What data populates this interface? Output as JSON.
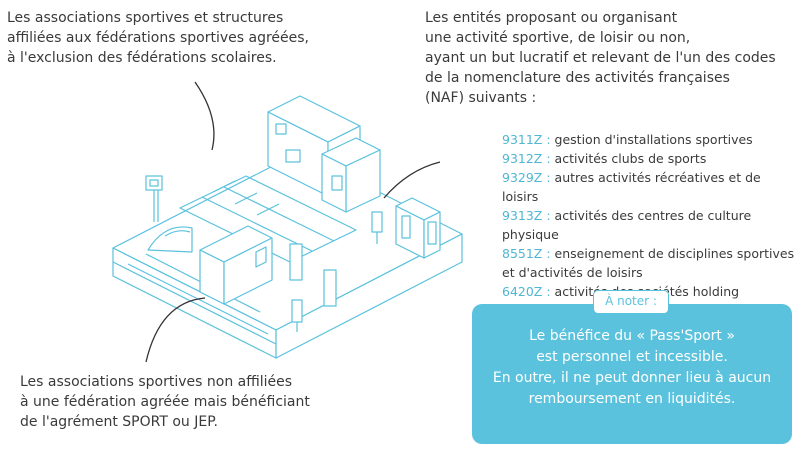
{
  "top_left": {
    "lines": [
      "Les associations sportives et structures",
      "affiliées aux fédérations sportives agréées,",
      "à l'exclusion des fédérations scolaires."
    ]
  },
  "bottom_left": {
    "lines": [
      "Les associations sportives non affiliées",
      "à une fédération agréée mais bénéficiant",
      "de l'agrément SPORT ou JEP."
    ]
  },
  "top_right": {
    "lines": [
      "Les entités proposant ou organisant",
      "une activité sportive, de loisir ou non,",
      "ayant un but lucratif et relevant de l'un des codes",
      "de la nomenclature des activités françaises",
      "(NAF) suivants :"
    ]
  },
  "naf_codes": [
    {
      "code": "9311Z :",
      "label": "gestion d'installations sportives"
    },
    {
      "code": "9312Z :",
      "label": "activités clubs de sports"
    },
    {
      "code": "9329Z :",
      "label": "autres activités récréatives et de loisirs"
    },
    {
      "code": "9313Z :",
      "label": "activités des centres de culture physique"
    },
    {
      "code": "8551Z :",
      "label": "enseignement de disciplines sportives"
    },
    {
      "code": "",
      "label": "et d'activités de loisirs"
    },
    {
      "code": "6420Z :",
      "label": "activités des sociétés holding"
    }
  ],
  "note": {
    "badge": "À noter :",
    "lines": [
      "Le bénéfice du « Pass'Sport »",
      "est personnel et incessible.",
      "En outre, il ne peut donner lieu à aucun",
      "remboursement en liquidités."
    ]
  },
  "colors": {
    "accent": "#5bc2dd",
    "code_text": "#4fb6d4",
    "body_text": "#3a3a3a",
    "illustration_stroke": "#5bc2dd"
  }
}
